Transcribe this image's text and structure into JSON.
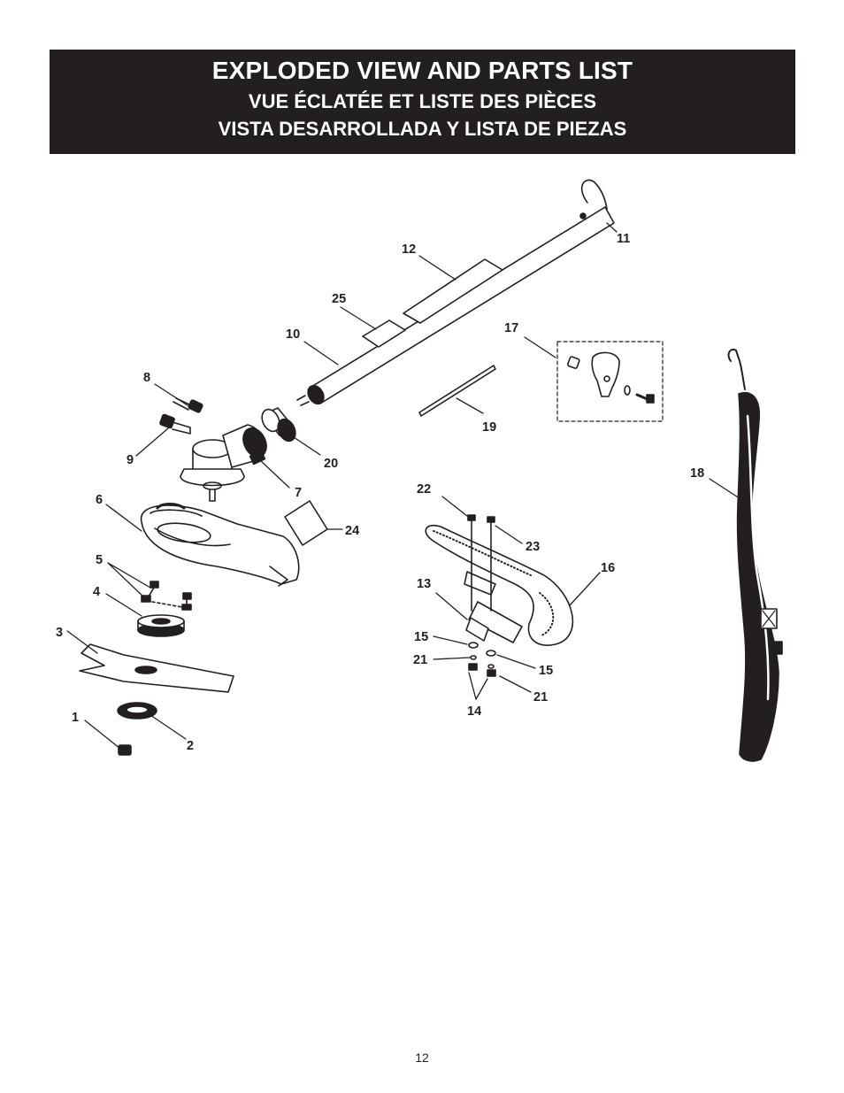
{
  "header": {
    "title_en": "EXPLODED VIEW AND PARTS LIST",
    "title_fr": "VUE ÉCLATÉE ET LISTE DES PIÈCES",
    "title_es": "VISTA DESARROLLADA Y LISTA DE PIEZAS"
  },
  "callouts": {
    "c1": "1",
    "c2": "2",
    "c3": "3",
    "c4": "4",
    "c5": "5",
    "c6": "6",
    "c7": "7",
    "c8": "8",
    "c9": "9",
    "c10": "10",
    "c11": "11",
    "c12": "12",
    "c13": "13",
    "c14": "14",
    "c15a": "15",
    "c15b": "15",
    "c16": "16",
    "c17": "17",
    "c18": "18",
    "c19": "19",
    "c20": "20",
    "c21a": "21",
    "c21b": "21",
    "c22": "22",
    "c23": "23",
    "c24": "24",
    "c25": "25"
  },
  "footer": {
    "page_number": "12"
  }
}
